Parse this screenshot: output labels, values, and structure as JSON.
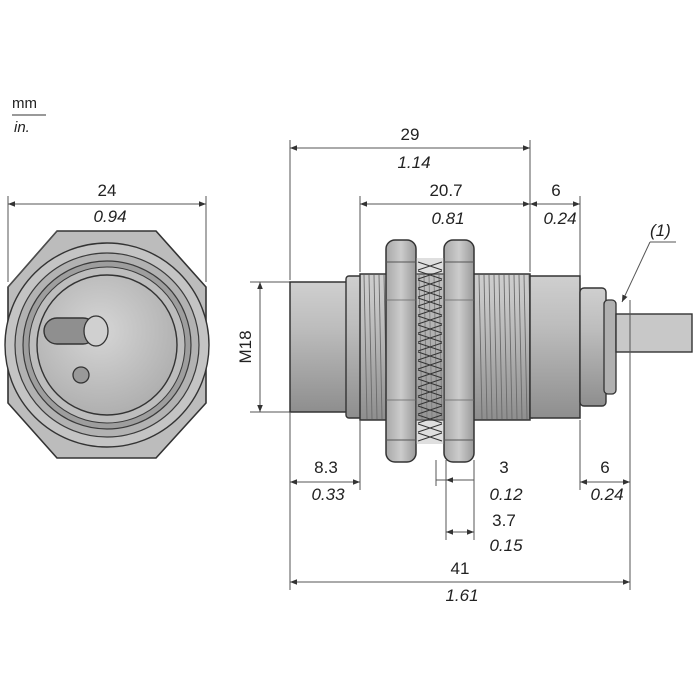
{
  "units": {
    "primary": "mm",
    "secondary": "in."
  },
  "dimensions": {
    "across_flats": {
      "mm": "24",
      "in": "0.94"
    },
    "overall_body": {
      "mm": "29",
      "in": "1.14"
    },
    "thread_length": {
      "mm": "20.7",
      "in": "0.81"
    },
    "connector": {
      "mm": "6",
      "in": "0.24"
    },
    "front_face": {
      "mm": "8.3",
      "in": "0.33"
    },
    "nut": {
      "mm": "3",
      "in": "0.12"
    },
    "nut_pair": {
      "mm": "3.7",
      "in": "0.15"
    },
    "rear": {
      "mm": "6",
      "in": "0.24"
    },
    "total_length": {
      "mm": "41",
      "in": "1.61"
    },
    "thread_spec": "M18"
  },
  "callout": "(1)",
  "colors": {
    "body": "#b9b9b9",
    "body_dark": "#8d8d8d",
    "line": "#3a3a3a",
    "background": "#ffffff"
  }
}
